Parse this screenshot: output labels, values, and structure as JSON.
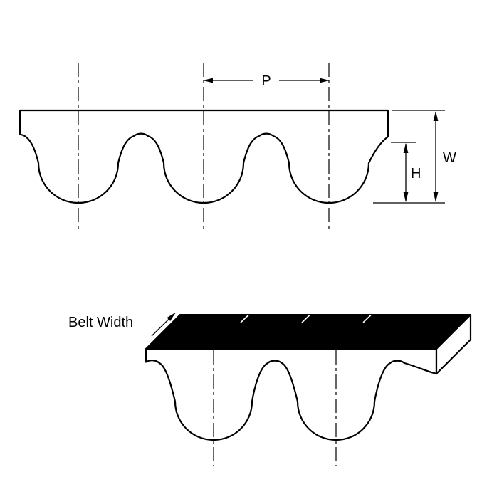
{
  "diagram": {
    "kind": "timing-belt-technical-drawing",
    "labels": {
      "pitch": "P",
      "overall_height": "W",
      "tooth_height": "H",
      "belt_width": "Belt Width"
    },
    "colors": {
      "line": "#000000",
      "belt_fill": "#ffffff",
      "belt_back_face": "#000000",
      "background": "#ffffff"
    }
  }
}
